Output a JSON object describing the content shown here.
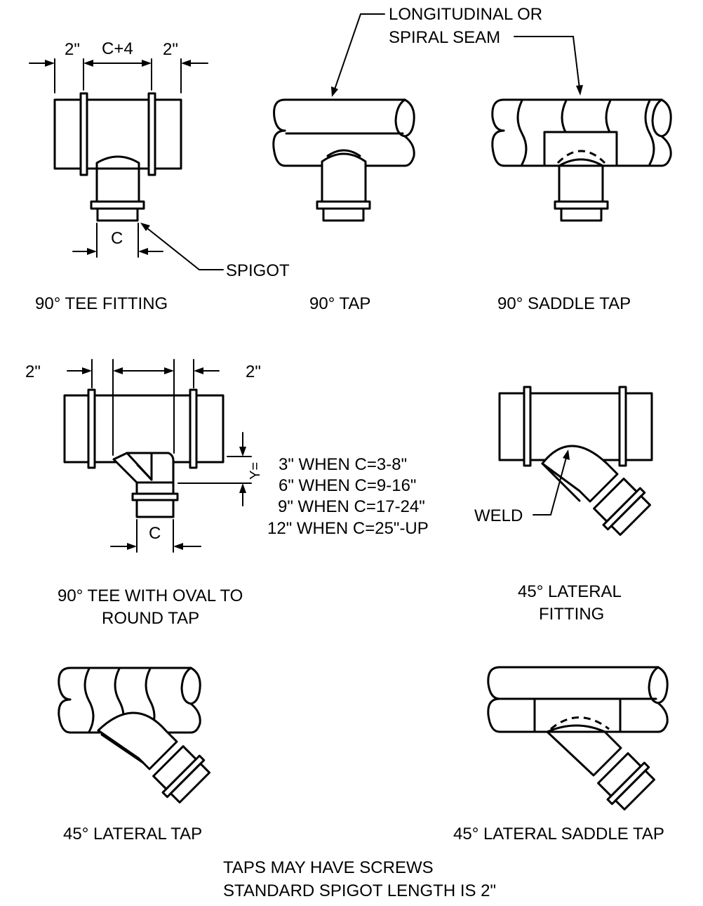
{
  "figures": {
    "tee_fitting": {
      "caption": "90° TEE FITTING",
      "dim_left": "2\"",
      "dim_center": "C+4",
      "dim_right": "2\"",
      "dim_bottom": "C",
      "spigot_label": "SPIGOT"
    },
    "tap": {
      "caption": "90° TAP"
    },
    "seam_label": {
      "line1": "LONGITUDINAL OR",
      "line2": "SPIRAL SEAM"
    },
    "saddle_tap": {
      "caption": "90° SADDLE TAP"
    },
    "oval_tee": {
      "caption_line1": "90° TEE WITH OVAL TO",
      "caption_line2": "ROUND TAP",
      "dim_left": "2\"",
      "dim_right": "2\"",
      "dim_bottom": "C",
      "y_label": "Y=",
      "notes": [
        "3\" WHEN C=3-8\"",
        "6\" WHEN C=9-16\"",
        "9\" WHEN C=17-24\"",
        "12\" WHEN C=25\"-UP"
      ]
    },
    "lateral_fitting": {
      "caption_line1": "45° LATERAL",
      "caption_line2": "FITTING",
      "weld_label": "WELD"
    },
    "lateral_tap": {
      "caption": "45° LATERAL TAP"
    },
    "lateral_saddle_tap": {
      "caption": "45° LATERAL SADDLE TAP"
    }
  },
  "footer": {
    "line1": "TAPS MAY HAVE SCREWS",
    "line2": "STANDARD SPIGOT LENGTH IS 2\""
  }
}
